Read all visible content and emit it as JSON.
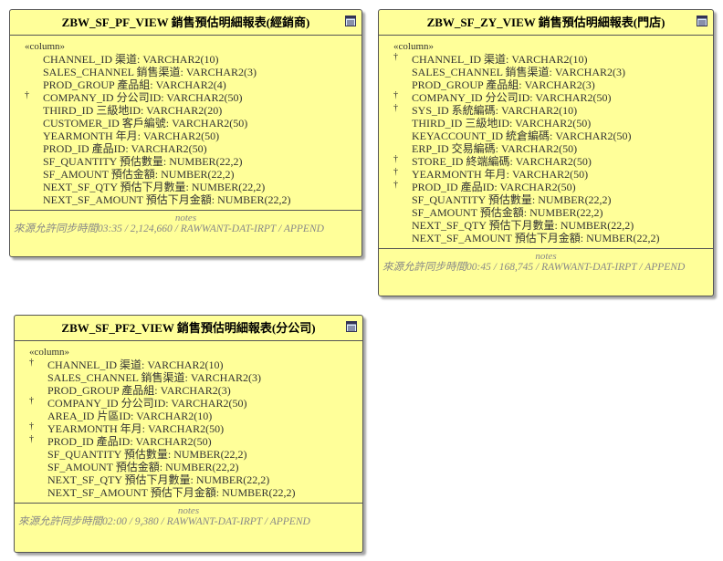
{
  "entities": [
    {
      "title": "ZBW_SF_PF_VIEW 銷售預估明細報表(經銷商)",
      "stereotype": "«column»",
      "columns": [
        {
          "key": false,
          "text": "CHANNEL_ID 渠道: VARCHAR2(10)"
        },
        {
          "key": false,
          "text": "SALES_CHANNEL 銷售渠道: VARCHAR2(3)"
        },
        {
          "key": false,
          "text": "PROD_GROUP 產品組: VARCHAR2(4)"
        },
        {
          "key": true,
          "text": "COMPANY_ID 分公司ID: VARCHAR2(50)"
        },
        {
          "key": false,
          "text": "THIRD_ID 三級地ID: VARCHAR2(20)"
        },
        {
          "key": false,
          "text": "CUSTOMER_ID 客戶編號: VARCHAR2(50)"
        },
        {
          "key": false,
          "text": "YEARMONTH 年月: VARCHAR2(50)"
        },
        {
          "key": false,
          "text": "PROD_ID 產品ID: VARCHAR2(50)"
        },
        {
          "key": false,
          "text": "SF_QUANTITY 預估數量: NUMBER(22,2)"
        },
        {
          "key": false,
          "text": "SF_AMOUNT 預估金額: NUMBER(22,2)"
        },
        {
          "key": false,
          "text": "NEXT_SF_QTY 預估下月數量: NUMBER(22,2)"
        },
        {
          "key": false,
          "text": "NEXT_SF_AMOUNT 預估下月金額: NUMBER(22,2)"
        }
      ],
      "notes_title": "notes",
      "notes_text": "來源允許同步時間03:35 / 2,124,660 / RAWWANT-DAT-IRPT / APPEND"
    },
    {
      "title": "ZBW_SF_ZY_VIEW 銷售預估明細報表(門店)",
      "stereotype": "«column»",
      "columns": [
        {
          "key": true,
          "text": "CHANNEL_ID 渠道: VARCHAR2(10)"
        },
        {
          "key": false,
          "text": "SALES_CHANNEL 銷售渠道: VARCHAR2(3)"
        },
        {
          "key": false,
          "text": "PROD_GROUP 產品組: VARCHAR2(3)"
        },
        {
          "key": true,
          "text": "COMPANY_ID 分公司ID: VARCHAR2(50)"
        },
        {
          "key": true,
          "text": "SYS_ID 系統編碼: VARCHAR2(10)"
        },
        {
          "key": false,
          "text": "THIRD_ID 三級地ID: VARCHAR2(50)"
        },
        {
          "key": false,
          "text": "KEYACCOUNT_ID 統倉編碼: VARCHAR2(50)"
        },
        {
          "key": false,
          "text": "ERP_ID 交易編碼: VARCHAR2(50)"
        },
        {
          "key": true,
          "text": "STORE_ID 終端編碼: VARCHAR2(50)"
        },
        {
          "key": true,
          "text": "YEARMONTH 年月: VARCHAR2(50)"
        },
        {
          "key": true,
          "text": "PROD_ID 產品ID: VARCHAR2(50)"
        },
        {
          "key": false,
          "text": "SF_QUANTITY 預估數量: NUMBER(22,2)"
        },
        {
          "key": false,
          "text": "SF_AMOUNT 預估金額: NUMBER(22,2)"
        },
        {
          "key": false,
          "text": "NEXT_SF_QTY 預估下月數量: NUMBER(22,2)"
        },
        {
          "key": false,
          "text": "NEXT_SF_AMOUNT 預估下月金額: NUMBER(22,2)"
        }
      ],
      "notes_title": "notes",
      "notes_text": "來源允許同步時間00:45 / 168,745 / RAWWANT-DAT-IRPT / APPEND"
    },
    {
      "title": "ZBW_SF_PF2_VIEW 銷售預估明細報表(分公司)",
      "stereotype": "«column»",
      "columns": [
        {
          "key": true,
          "text": "CHANNEL_ID 渠道: VARCHAR2(10)"
        },
        {
          "key": false,
          "text": "SALES_CHANNEL 銷售渠道: VARCHAR2(3)"
        },
        {
          "key": false,
          "text": "PROD_GROUP 產品組: VARCHAR2(3)"
        },
        {
          "key": true,
          "text": "COMPANY_ID 分公司ID: VARCHAR2(50)"
        },
        {
          "key": false,
          "text": "AREA_ID 片區ID: VARCHAR2(10)"
        },
        {
          "key": true,
          "text": "YEARMONTH 年月: VARCHAR2(50)"
        },
        {
          "key": true,
          "text": "PROD_ID 產品ID: VARCHAR2(50)"
        },
        {
          "key": false,
          "text": "SF_QUANTITY 預估數量: NUMBER(22,2)"
        },
        {
          "key": false,
          "text": "SF_AMOUNT 預估金額: NUMBER(22,2)"
        },
        {
          "key": false,
          "text": "NEXT_SF_QTY 預估下月數量: NUMBER(22,2)"
        },
        {
          "key": false,
          "text": "NEXT_SF_AMOUNT 預估下月金額: NUMBER(22,2)"
        }
      ],
      "notes_title": "notes",
      "notes_text": "來源允許同步時間02:00 / 9,380 / RAWWANT-DAT-IRPT / APPEND"
    }
  ],
  "icon": "table-icon"
}
